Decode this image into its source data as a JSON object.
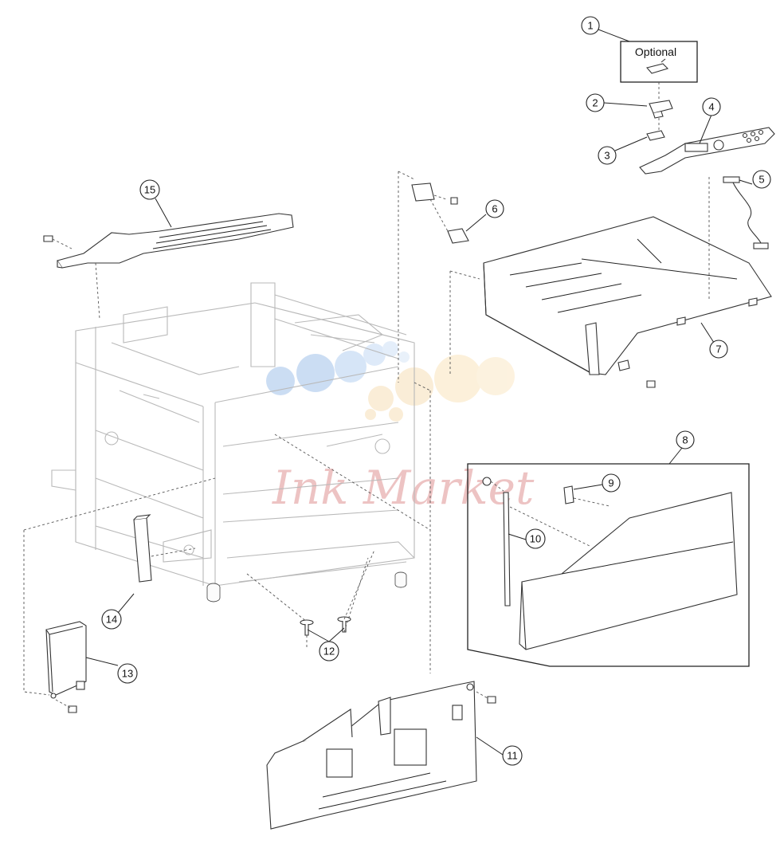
{
  "optional_label": "Optional",
  "watermark": "Ink Market",
  "callouts": [
    {
      "id": "callout-1",
      "number": "1"
    },
    {
      "id": "callout-2",
      "number": "2"
    },
    {
      "id": "callout-3",
      "number": "3"
    },
    {
      "id": "callout-4",
      "number": "4"
    },
    {
      "id": "callout-5",
      "number": "5"
    },
    {
      "id": "callout-6",
      "number": "6"
    },
    {
      "id": "callout-7",
      "number": "7"
    },
    {
      "id": "callout-8",
      "number": "8"
    },
    {
      "id": "callout-9",
      "number": "9"
    },
    {
      "id": "callout-10",
      "number": "10"
    },
    {
      "id": "callout-11",
      "number": "11"
    },
    {
      "id": "callout-12",
      "number": "12"
    },
    {
      "id": "callout-13",
      "number": "13"
    },
    {
      "id": "callout-14",
      "number": "14"
    },
    {
      "id": "callout-15",
      "number": "15"
    }
  ]
}
